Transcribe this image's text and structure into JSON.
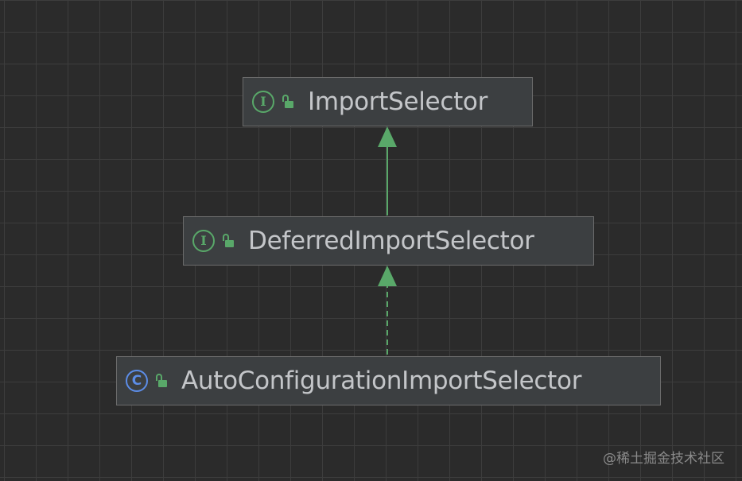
{
  "diagram": {
    "nodes": [
      {
        "id": "import-selector",
        "kind": "interface",
        "kind_letter": "I",
        "label": "ImportSelector"
      },
      {
        "id": "deferred-import-selector",
        "kind": "interface",
        "kind_letter": "I",
        "label": "DeferredImportSelector"
      },
      {
        "id": "auto-configuration-import-selector",
        "kind": "class",
        "kind_letter": "C",
        "label": "AutoConfigurationImportSelector"
      }
    ],
    "edges": [
      {
        "from": "deferred-import-selector",
        "to": "import-selector",
        "relation": "extends",
        "style": "solid"
      },
      {
        "from": "auto-configuration-import-selector",
        "to": "deferred-import-selector",
        "relation": "implements",
        "style": "dashed"
      }
    ],
    "colors": {
      "background": "#2b2b2b",
      "grid": "#3d3d3d",
      "node_fill": "#3c3f41",
      "node_border": "#6b6b6b",
      "interface_icon": "#59a869",
      "class_icon": "#5c8de8",
      "visibility_icon": "#59a869",
      "edge": "#59a869",
      "label_text": "#c4c6c9"
    },
    "icons": {
      "interface": "interface-icon",
      "class": "class-icon",
      "visibility": "public-lock-icon"
    }
  },
  "watermark": "@稀土掘金技术社区"
}
